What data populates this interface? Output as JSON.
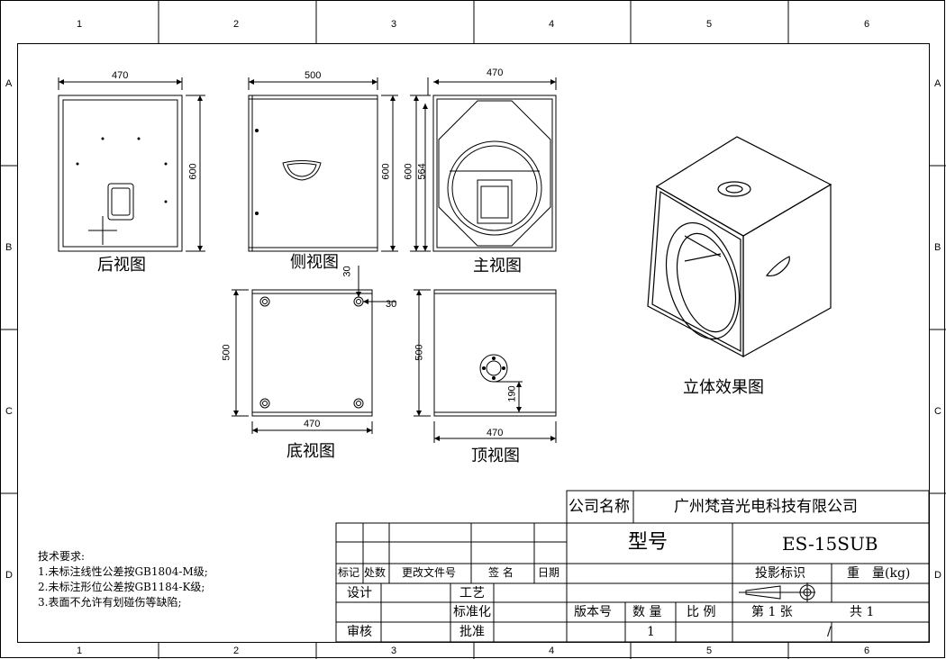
{
  "border": {
    "cols": [
      "1",
      "2",
      "3",
      "4",
      "5",
      "6"
    ],
    "rows": [
      "A",
      "B",
      "C",
      "D"
    ]
  },
  "views": {
    "rear": "后视图",
    "side": "侧视图",
    "front": "主视图",
    "bottom": "底视图",
    "top": "顶视图",
    "iso": "立体效果图"
  },
  "dims": {
    "rear_w": "470",
    "rear_h": "600",
    "side_w": "500",
    "side_h": "600",
    "front_w": "470",
    "front_h1": "600",
    "front_h2": "564",
    "bottom_w": "470",
    "bottom_h": "500",
    "bottom_off_v": "30",
    "bottom_off_h": "30",
    "top_w": "470",
    "top_h": "500",
    "top_off": "190"
  },
  "notes": {
    "title": "技术要求:",
    "items": [
      "1.未标注线性公差按GB1804-M级;",
      "2.未标注形位公差按GB1184-K级;",
      "3.表面不允许有划碰伤等缺陷;"
    ]
  },
  "title_block": {
    "company_label": "公司名称",
    "company": "广州梵音光电科技有限公司",
    "model_label": "型号",
    "model": "ES-15SUB",
    "rev_headers": [
      "标记",
      "处数",
      "更改文件号",
      "签 名",
      "日期"
    ],
    "design": "设计",
    "process": "工艺",
    "standard": "标准化",
    "review": "审核",
    "approve": "批准",
    "projection": "投影标识",
    "weight": "重　量(kg)",
    "version": "版本号",
    "qty": "数 量",
    "scale": "比 例",
    "qty_value": "1",
    "sheet_no": "第 1 张",
    "total": "共 1",
    "scale_value": "/"
  }
}
